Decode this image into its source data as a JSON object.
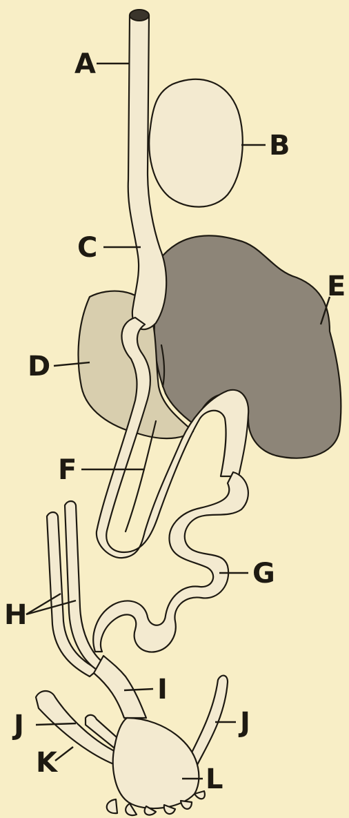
{
  "figure": {
    "background": "#f8eec6",
    "ink": "#1e1a12",
    "labels": {
      "A": "A",
      "B": "B",
      "C": "C",
      "D": "D",
      "E": "E",
      "F": "F",
      "G": "G",
      "H": "H",
      "I": "I",
      "J_left": "J",
      "J_right": "J",
      "K": "K",
      "L": "L"
    }
  }
}
